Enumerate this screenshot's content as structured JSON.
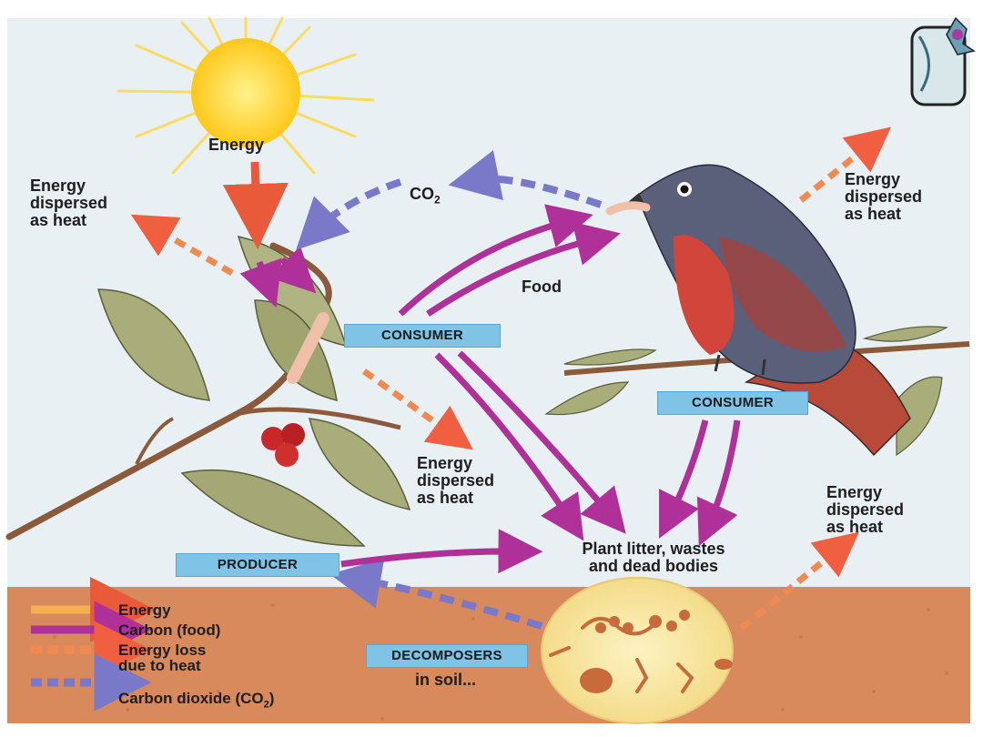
{
  "labels": {
    "sun_energy": "Energy",
    "co2": "CO",
    "co2_sub": "2",
    "food": "Food",
    "heat_left": "Energy\ndispersed\nas heat",
    "heat_right_top": "Energy\ndispersed\nas heat",
    "heat_middle": "Energy\ndispersed\nas heat",
    "heat_right_bottom": "Energy\ndispersed\nas heat",
    "litter": "Plant litter, wastes\nand dead bodies",
    "in_soil": "in soil..."
  },
  "boxes": {
    "consumer_caterpillar": "CONSUMER",
    "consumer_bird": "CONSUMER",
    "producer": "PRODUCER",
    "decomposers": "DECOMPOSERS"
  },
  "legend": [
    {
      "label": "Energy",
      "kind": "energy"
    },
    {
      "label": "Carbon (food)",
      "kind": "carbon-food"
    },
    {
      "label": "Energy loss\ndue to heat",
      "kind": "heat-loss"
    },
    {
      "label": "Carbon dioxide (CO",
      "sub": "2",
      "tail": ")",
      "kind": "co2"
    }
  ],
  "colors": {
    "sky": "#e8f0f3",
    "soil": "#d98a5c",
    "label_box": "#7fc3e6",
    "energy_arrow": "#e85a3a",
    "carbon_arrow": "#b0309a",
    "heat_arrow": "#f08a50",
    "co2_arrow": "#7a78c8",
    "sun": "#ffd21e",
    "leaf": "#a8ad7a",
    "bird_back": "#5a5f7a",
    "bird_breast": "#d2453a"
  }
}
